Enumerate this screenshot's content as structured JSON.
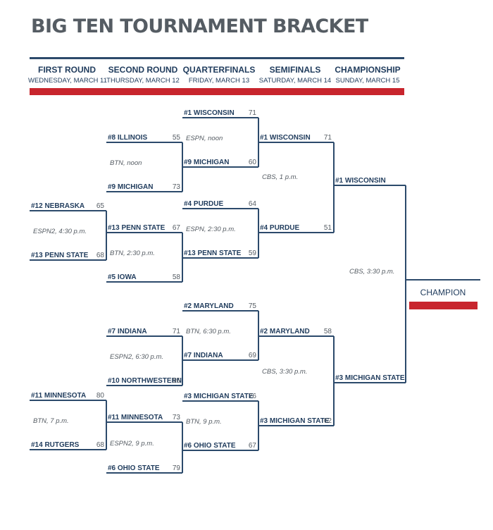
{
  "title": "BIG TEN TOURNAMENT BRACKET",
  "colors": {
    "navy": "#2c4a6b",
    "red": "#c8252d",
    "title_gray": "#555c63"
  },
  "rounds": [
    {
      "name": "FIRST ROUND",
      "date": "WEDNESDAY, MARCH 11"
    },
    {
      "name": "SECOND ROUND",
      "date": "THURSDAY, MARCH 12"
    },
    {
      "name": "QUARTERFINALS",
      "date": "FRIDAY, MARCH 13"
    },
    {
      "name": "SEMIFINALS",
      "date": "SATURDAY, MARCH 14"
    },
    {
      "name": "CHAMPIONSHIP",
      "date": "SUNDAY, MARCH 15"
    }
  ],
  "games": [
    {
      "id": "r1-top",
      "round": 0,
      "top": {
        "team": "#12 NEBRASKA",
        "score": "65"
      },
      "bottom": {
        "team": "#13 PENN STATE",
        "score": "68"
      },
      "tv": "ESPN2, 4:30 p.m."
    },
    {
      "id": "r1-bottom",
      "round": 0,
      "top": {
        "team": "#11 MINNESOTA",
        "score": "80"
      },
      "bottom": {
        "team": "#14 RUTGERS",
        "score": "68"
      },
      "tv": "BTN, 7 p.m."
    },
    {
      "id": "r2-1",
      "round": 1,
      "top": {
        "team": "#8 ILLINOIS",
        "score": "55"
      },
      "bottom": {
        "team": "#9 MICHIGAN",
        "score": "73"
      },
      "tv": "BTN, noon"
    },
    {
      "id": "r2-2",
      "round": 1,
      "top": {
        "team": "#13 PENN STATE",
        "score": "67"
      },
      "bottom": {
        "team": "#5 IOWA",
        "score": "58"
      },
      "tv": "BTN, 2:30 p.m."
    },
    {
      "id": "r2-3",
      "round": 1,
      "top": {
        "team": "#7 INDIANA",
        "score": "71"
      },
      "bottom": {
        "team": "#10 NORTHWESTERN",
        "score": "56"
      },
      "tv": "ESPN2, 6:30 p.m."
    },
    {
      "id": "r2-4",
      "round": 1,
      "top": {
        "team": "#11 MINNESOTA",
        "score": "73"
      },
      "bottom": {
        "team": "#6 OHIO STATE",
        "score": "79"
      },
      "tv": "ESPN2, 9 p.m."
    },
    {
      "id": "qf-1",
      "round": 2,
      "top": {
        "team": "#1 WISCONSIN",
        "score": "71"
      },
      "bottom": {
        "team": "#9 MICHIGAN",
        "score": "60"
      },
      "tv": "ESPN, noon"
    },
    {
      "id": "qf-2",
      "round": 2,
      "top": {
        "team": "#4 PURDUE",
        "score": "64"
      },
      "bottom": {
        "team": "#13 PENN STATE",
        "score": "59"
      },
      "tv": "ESPN, 2:30 p.m."
    },
    {
      "id": "qf-3",
      "round": 2,
      "top": {
        "team": "#2 MARYLAND",
        "score": "75"
      },
      "bottom": {
        "team": "#7 INDIANA",
        "score": "69"
      },
      "tv": "BTN, 6:30 p.m."
    },
    {
      "id": "qf-4",
      "round": 2,
      "top": {
        "team": "#3 MICHIGAN STATE",
        "score": "76"
      },
      "bottom": {
        "team": "#6 OHIO STATE",
        "score": "67"
      },
      "tv": "BTN, 9 p.m."
    },
    {
      "id": "sf-1",
      "round": 3,
      "top": {
        "team": "#1 WISCONSIN",
        "score": "71"
      },
      "bottom": {
        "team": "#4 PURDUE",
        "score": "51"
      },
      "tv": "CBS, 1 p.m."
    },
    {
      "id": "sf-2",
      "round": 3,
      "top": {
        "team": "#2 MARYLAND",
        "score": "58"
      },
      "bottom": {
        "team": "#3 MICHIGAN STATE",
        "score": "62"
      },
      "tv": "CBS, 3:30 p.m."
    },
    {
      "id": "final",
      "round": 4,
      "top": {
        "team": "#1 WISCONSIN",
        "score": ""
      },
      "bottom": {
        "team": "#3 MICHIGAN STATE",
        "score": ""
      },
      "tv": "CBS, 3:30 p.m."
    }
  ],
  "champion": {
    "label": "CHAMPION",
    "team": ""
  }
}
